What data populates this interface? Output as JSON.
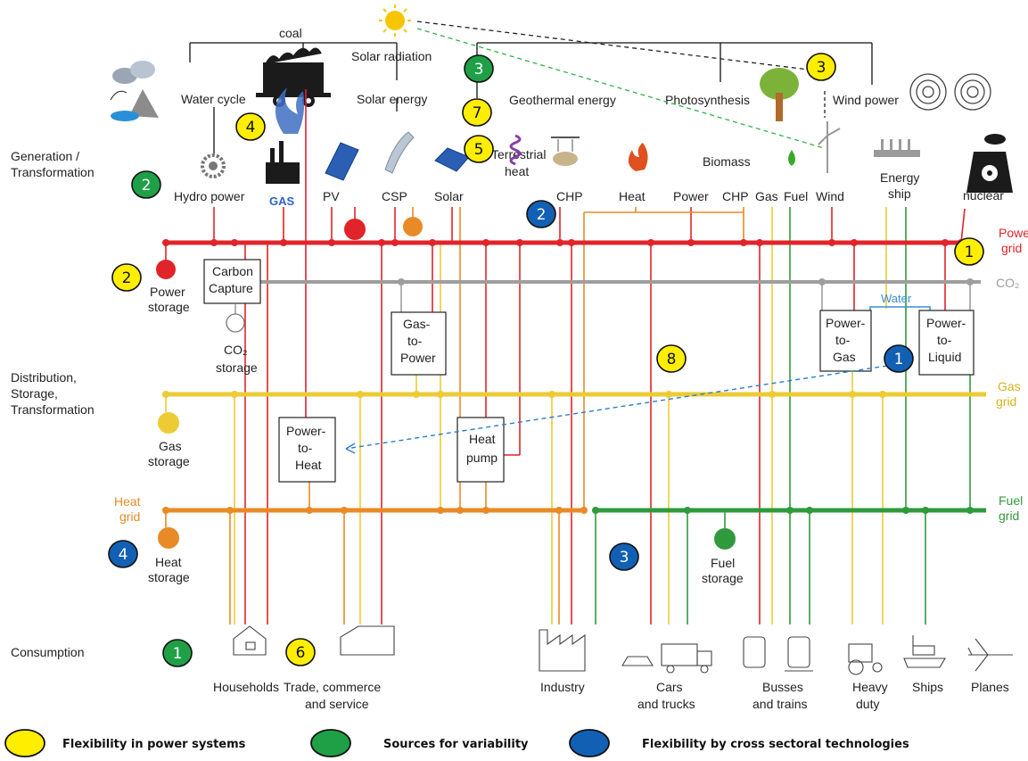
{
  "stages": {
    "generation": [
      "Generation /",
      "Transformation"
    ],
    "distribution": [
      "Distribution,",
      "Storage,",
      "Transformation"
    ],
    "consumption": "Consumption"
  },
  "sources": {
    "coal": "coal",
    "solar_radiation": "Solar radiation",
    "water_cycle": "Water cycle",
    "solar_energy": "Solar energy",
    "geothermal": "Geothermal energy",
    "photosynthesis": "Photosynthesis",
    "wind_power": "Wind power",
    "biomass": "Biomass",
    "gas_logo": "GAS",
    "terrestrial_heat": [
      "Terrestrial",
      "heat"
    ],
    "energy_ship": [
      "Energy",
      "ship"
    ],
    "nuclear": "nuclear"
  },
  "tech": {
    "hydro": "Hydro power",
    "pv": "PV",
    "csp": "CSP",
    "solar": "Solar",
    "chp": "CHP",
    "heat": "Heat",
    "power": "Power",
    "chp2": "CHP",
    "gas": "Gas",
    "fuel": "Fuel",
    "wind": "Wind"
  },
  "grids": {
    "power": [
      "Power",
      "grid"
    ],
    "co2": "CO₂",
    "gas": [
      "Gas",
      "grid"
    ],
    "heat": [
      "Heat",
      "grid"
    ],
    "fuel": [
      "Fuel",
      "grid"
    ],
    "water": "Water"
  },
  "storage": {
    "power": [
      "Power",
      "storage"
    ],
    "co2": [
      "CO₂",
      "storage"
    ],
    "gas": [
      "Gas",
      "storage"
    ],
    "heat": [
      "Heat",
      "storage"
    ],
    "fuel": [
      "Fuel",
      "storage"
    ]
  },
  "boxes": {
    "carbon_capture": [
      "Carbon",
      "Capture"
    ],
    "gas_to_power": [
      "Gas-",
      "to-",
      "Power"
    ],
    "power_to_gas": [
      "Power-",
      "to-",
      "Gas"
    ],
    "power_to_liquid": [
      "Power-",
      "to-",
      "Liquid"
    ],
    "power_to_heat": [
      "Power-",
      "to-",
      "Heat"
    ],
    "heat_pump": [
      "Heat",
      "pump"
    ]
  },
  "consumers": {
    "households": "Households",
    "trade": [
      "Trade, commerce",
      "and service"
    ],
    "industry": "Industry",
    "cars": [
      "Cars",
      "and trucks"
    ],
    "busses": [
      "Busses",
      "and trains"
    ],
    "heavy": [
      "Heavy",
      "duty"
    ],
    "ships": "Ships",
    "planes": "Planes"
  },
  "badges": [
    {
      "n": "3",
      "kind": "variability"
    },
    {
      "n": "3",
      "kind": "power"
    },
    {
      "n": "7",
      "kind": "power"
    },
    {
      "n": "4",
      "kind": "power"
    },
    {
      "n": "5",
      "kind": "power"
    },
    {
      "n": "2",
      "kind": "variability"
    },
    {
      "n": "2",
      "kind": "cross"
    },
    {
      "n": "1",
      "kind": "power"
    },
    {
      "n": "2",
      "kind": "power"
    },
    {
      "n": "8",
      "kind": "power"
    },
    {
      "n": "1",
      "kind": "cross"
    },
    {
      "n": "4",
      "kind": "cross"
    },
    {
      "n": "3",
      "kind": "cross"
    },
    {
      "n": "1",
      "kind": "variability"
    },
    {
      "n": "6",
      "kind": "power"
    }
  ],
  "legend": [
    {
      "kind": "power",
      "label": "Flexibility in power systems"
    },
    {
      "kind": "variability",
      "label": "Sources for variability"
    },
    {
      "kind": "cross",
      "label": "Flexibility by cross sectoral technologies"
    }
  ],
  "colors": {
    "power_grid": "#e0242a",
    "co2_line": "#9e9e9e",
    "gas_grid": "#eccb35",
    "heat_grid": "#e88a25",
    "fuel_grid": "#2f9a3c",
    "water": "#3a8fd0",
    "badge_power": "#ffee00",
    "badge_variability": "#1fa047",
    "badge_cross": "#1260b4"
  }
}
